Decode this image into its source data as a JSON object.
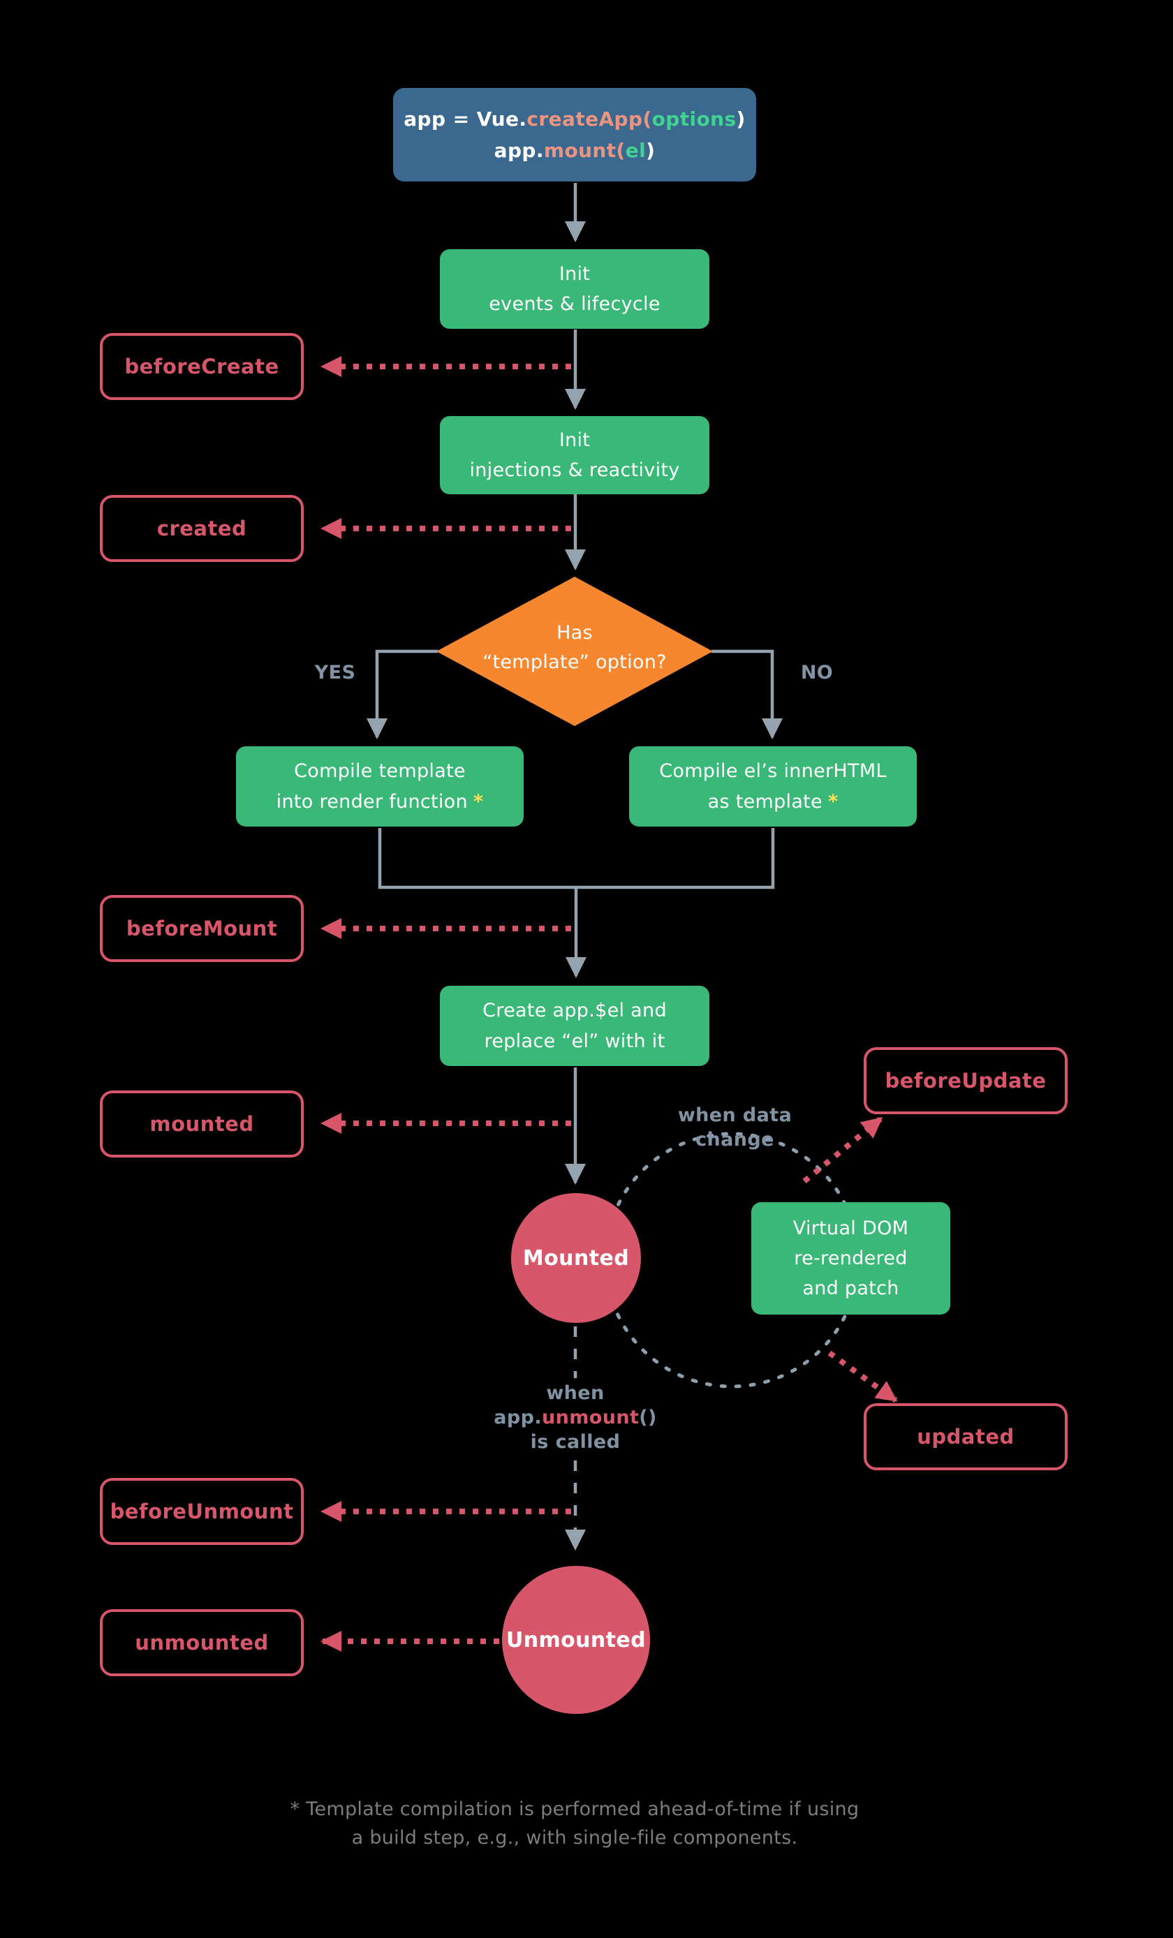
{
  "code": {
    "l1a": "app = Vue.",
    "l1b": "createApp(",
    "l1c": "options",
    "l1d": ")",
    "l2a": "app.",
    "l2b": "mount(",
    "l2c": "el",
    "l2d": ")"
  },
  "steps": {
    "init_events": {
      "line1": "Init",
      "line2": "events & lifecycle"
    },
    "init_injections": {
      "line1": "Init",
      "line2": "injections & reactivity"
    },
    "compile_template": {
      "line1": "Compile template",
      "line2": "into render function",
      "asterisk": "*"
    },
    "compile_innerhtml": {
      "line1": "Compile el’s innerHTML",
      "line2": "as template",
      "asterisk": "*"
    },
    "create_el": {
      "line1": "Create app.$el and",
      "line2": "replace “el” with it"
    },
    "virtual_dom": {
      "line1": "Virtual DOM",
      "line2": "re-rendered",
      "line3": "and patch"
    }
  },
  "decision": {
    "line1": "Has",
    "line2": "“template” option?",
    "yes_label": "YES",
    "no_label": "NO"
  },
  "hooks": {
    "before_create": "beforeCreate",
    "created": "created",
    "before_mount": "beforeMount",
    "mounted": "mounted",
    "before_update": "beforeUpdate",
    "updated": "updated",
    "before_unmount": "beforeUnmount",
    "unmounted": "unmounted"
  },
  "states": {
    "mounted": "Mounted",
    "unmounted": "Unmounted"
  },
  "labels": {
    "when_data_line1": "when data",
    "when_data_line2": "change",
    "when_unmount_line1": "when",
    "when_unmount_l2a": "app.",
    "when_unmount_l2b": "unmount",
    "when_unmount_l2c": "()",
    "when_unmount_line3": "is called"
  },
  "footnote": {
    "line1": "* Template compilation is performed ahead-of-time if using",
    "line2": "a build step, e.g., with single-file components."
  },
  "colors": {
    "background": "#000000",
    "step_green": "#3ab877",
    "hook_red": "#d8566a",
    "diamond_orange": "#f6872f",
    "code_blue": "#3a688f",
    "code_salmon": "#ec9480",
    "code_green": "#41d392",
    "line_gray": "#94a3ae",
    "label_gray": "#8193a3",
    "asterisk_yellow": "#ffe158",
    "footnote_gray": "#7d7d7d"
  }
}
